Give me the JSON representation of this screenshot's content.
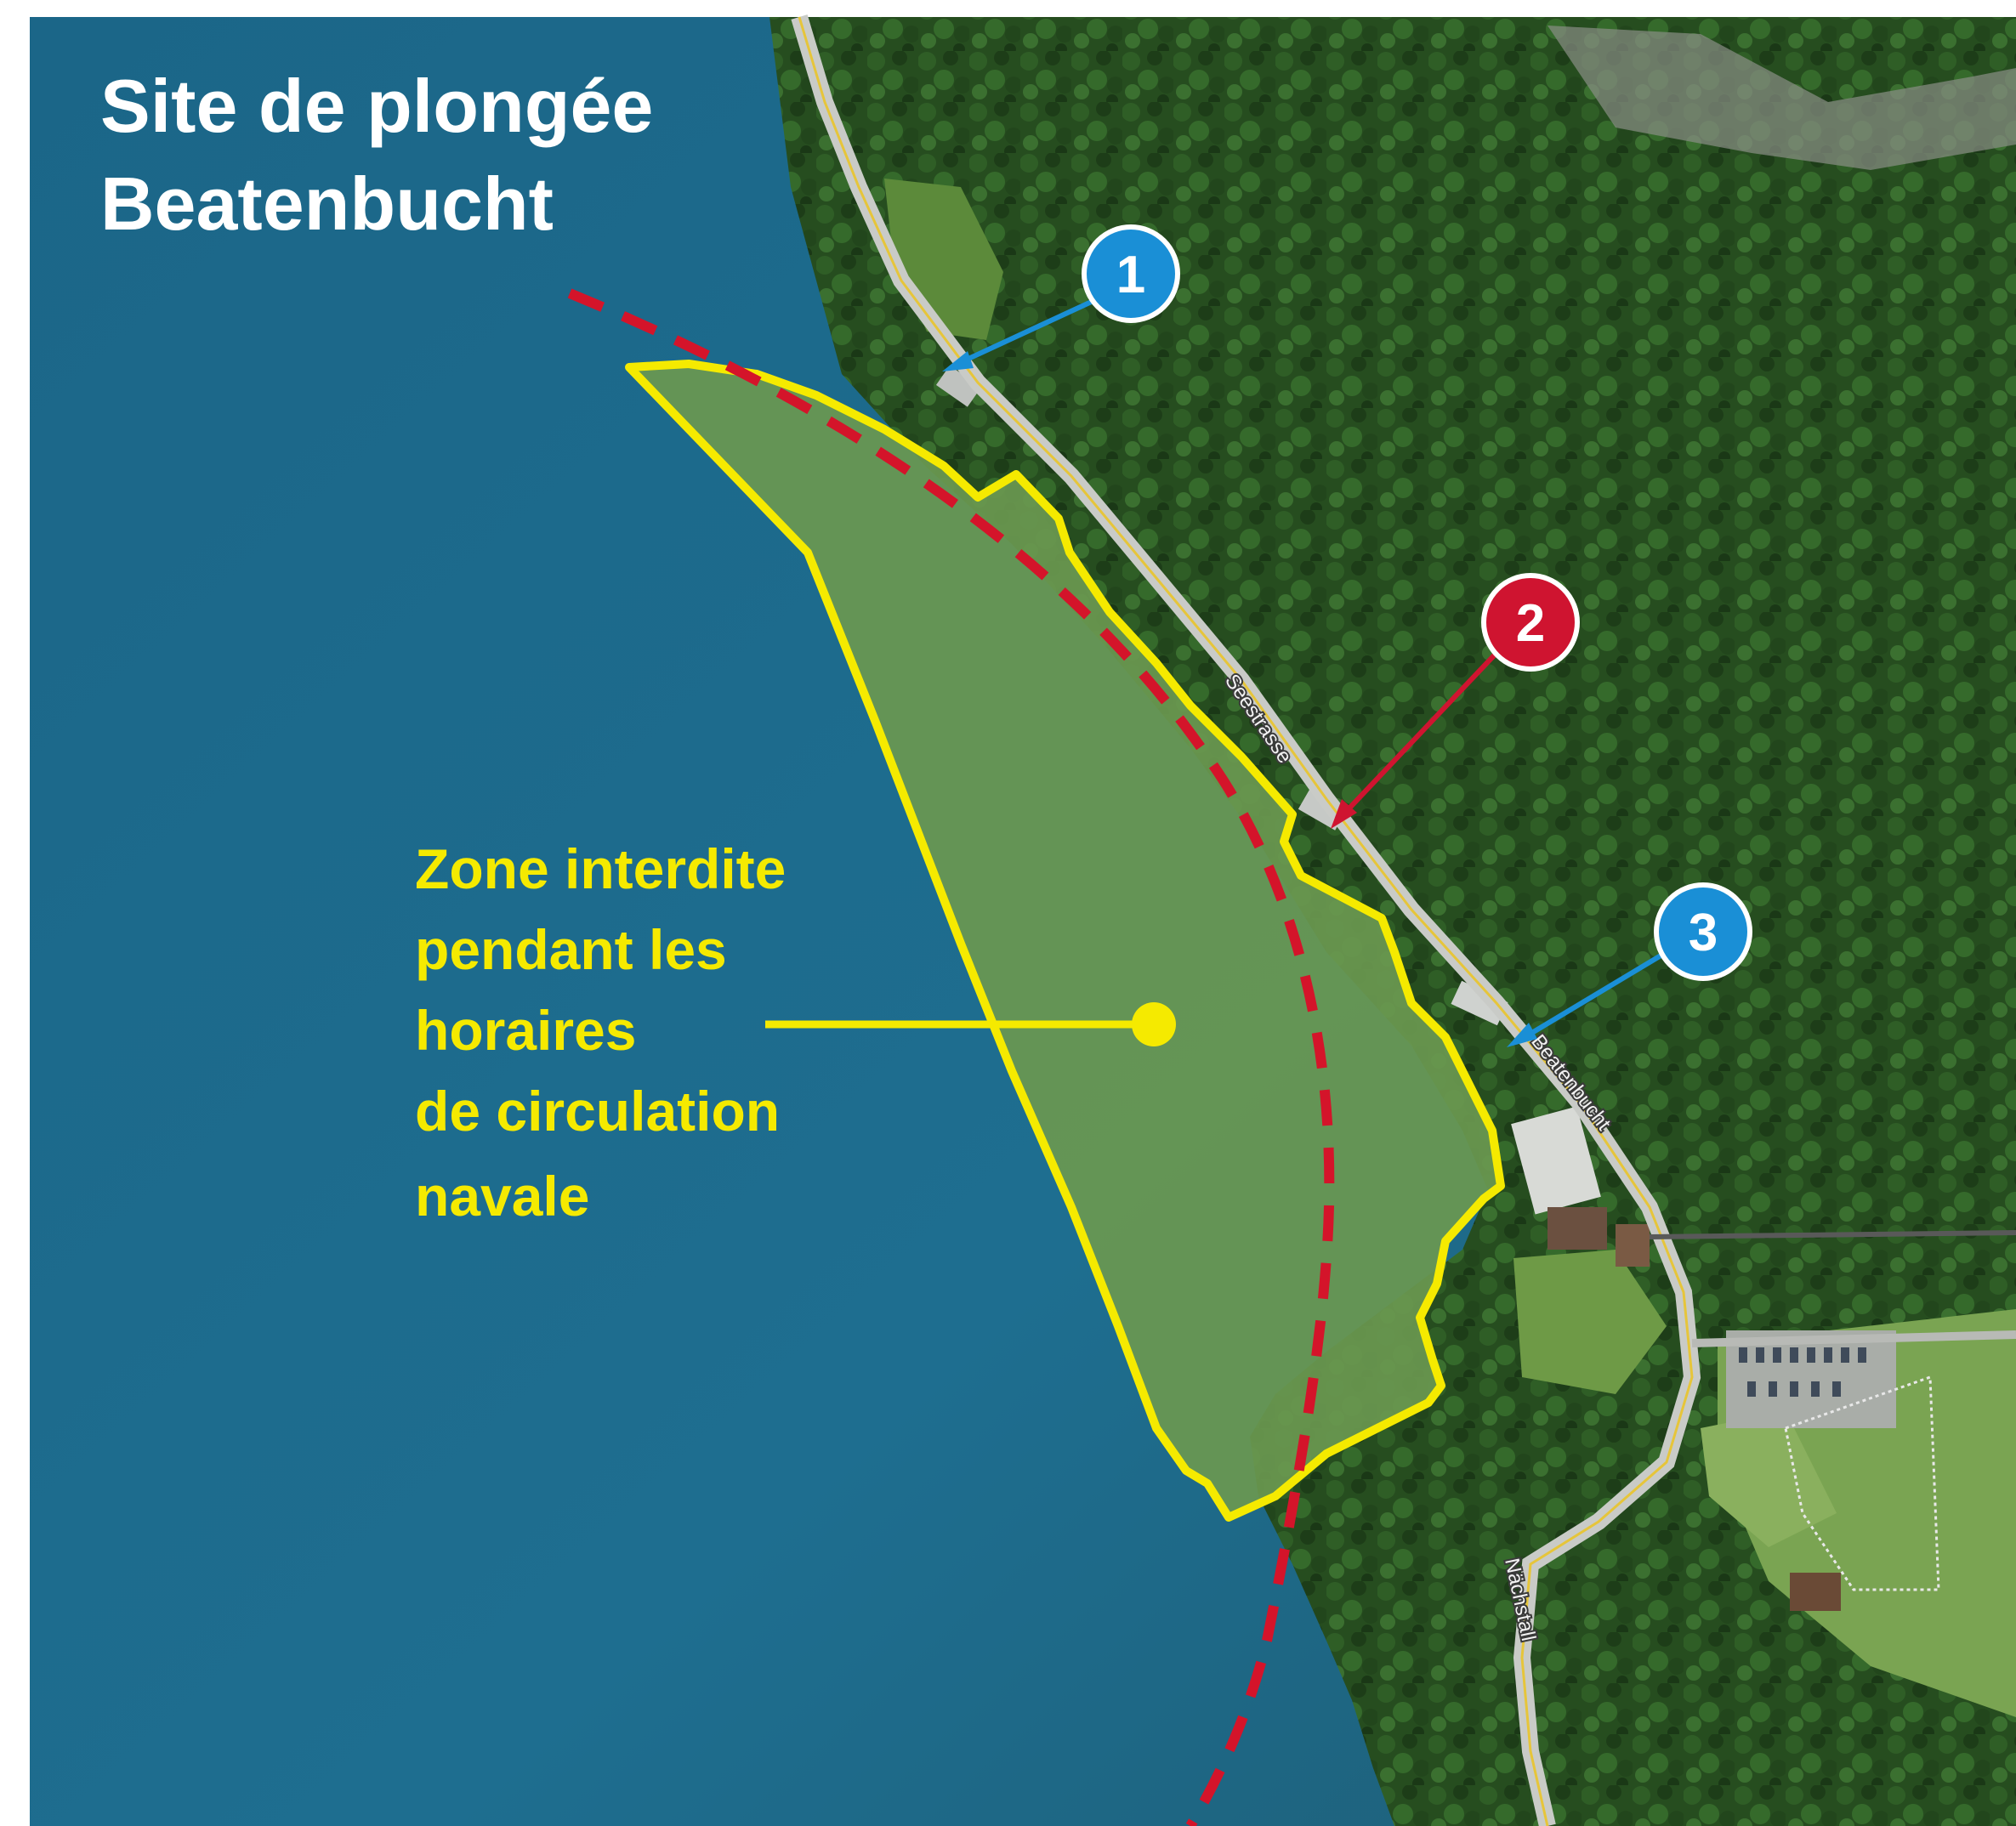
{
  "title": {
    "line1": "Site de plongée",
    "line2": "Beatenbucht"
  },
  "zone_label": {
    "line1": "Zone interdite",
    "line2": "pendant les",
    "line3": "horaires",
    "line4": "de circulation",
    "line5": "navale"
  },
  "markers": [
    {
      "number": "1",
      "color": "#1a8fd6"
    },
    {
      "number": "2",
      "color": "#cf1430"
    },
    {
      "number": "3",
      "color": "#1a8fd6"
    }
  ],
  "road_labels": {
    "seestrasse": "Seestrasse",
    "beatenbucht": "Beatenbucht",
    "nachstall": "Nächstall"
  },
  "colors": {
    "lake": "#1e6a8a",
    "forest": "#244a1e",
    "zone_fill": "#6a9850",
    "zone_outline": "#f5ea00",
    "ship_route": "#d4142a",
    "title": "#ffffff"
  }
}
